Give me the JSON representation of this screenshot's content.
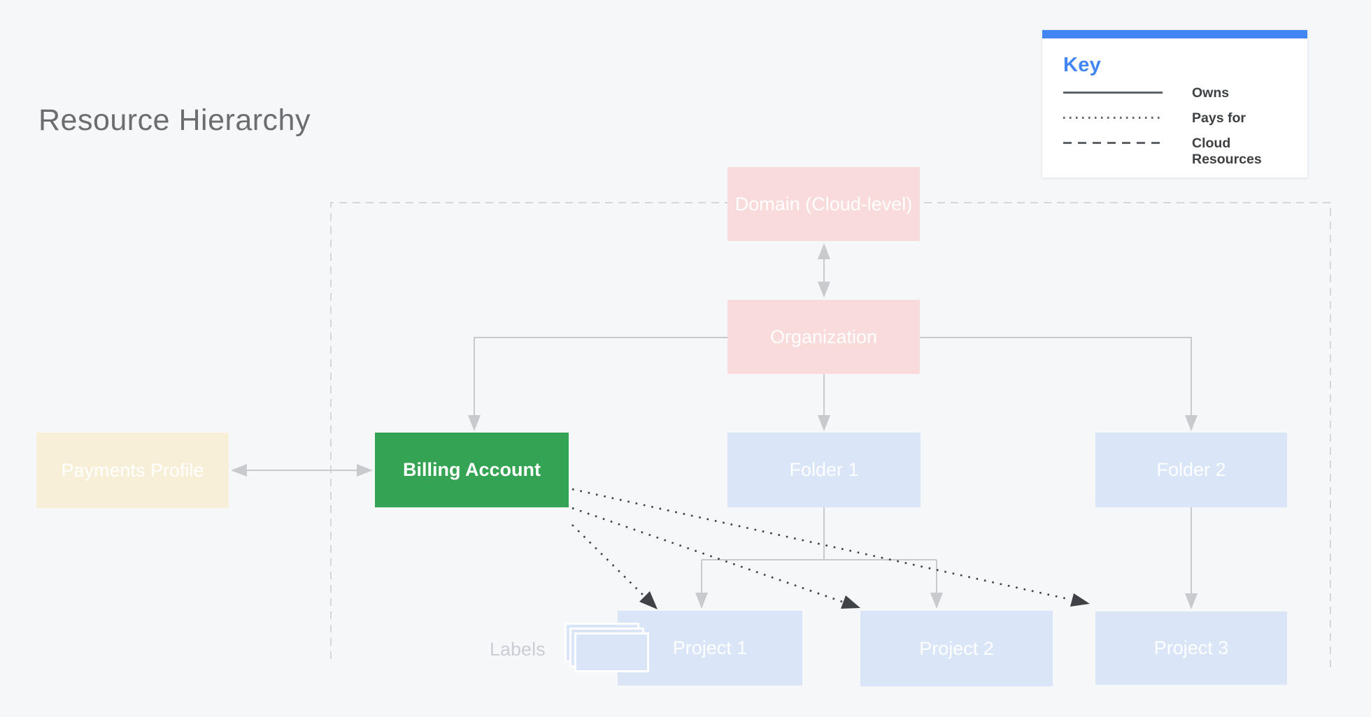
{
  "title": "Resource Hierarchy",
  "legend": {
    "title": "Key",
    "items": [
      {
        "line_style": "solid",
        "label": "Owns"
      },
      {
        "line_style": "dotted",
        "label": "Pays for"
      },
      {
        "line_style": "dashed",
        "label": "Cloud Resources"
      }
    ]
  },
  "nodes": {
    "domain": {
      "label": "Domain (Cloud-level)",
      "color": "#f8dbda"
    },
    "organization": {
      "label": "Organization",
      "color": "#f8dbda"
    },
    "payments_profile": {
      "label": "Payments Profile",
      "color": "#f8efd9"
    },
    "billing_account": {
      "label": "Billing Account",
      "color": "#34a353"
    },
    "folder1": {
      "label": "Folder 1",
      "color": "#dae5f7"
    },
    "folder2": {
      "label": "Folder 2",
      "color": "#dae5f7"
    },
    "project1": {
      "label": "Project 1",
      "color": "#dae5f7"
    },
    "project2": {
      "label": "Project 2",
      "color": "#dae5f7"
    },
    "project3": {
      "label": "Project 3",
      "color": "#dae5f7"
    }
  },
  "labels_caption": "Labels",
  "edges": [
    {
      "from": "domain",
      "to": "organization",
      "type": "owns",
      "bidirectional": true
    },
    {
      "from": "organization",
      "to": "billing_account",
      "type": "owns"
    },
    {
      "from": "organization",
      "to": "folder1",
      "type": "owns"
    },
    {
      "from": "organization",
      "to": "folder2",
      "type": "owns"
    },
    {
      "from": "payments_profile",
      "to": "billing_account",
      "type": "owns",
      "bidirectional": true
    },
    {
      "from": "folder1",
      "to": "project1",
      "type": "owns"
    },
    {
      "from": "folder1",
      "to": "project2",
      "type": "owns"
    },
    {
      "from": "folder2",
      "to": "project3",
      "type": "owns"
    },
    {
      "from": "billing_account",
      "to": "project1",
      "type": "pays_for"
    },
    {
      "from": "billing_account",
      "to": "project2",
      "type": "pays_for"
    },
    {
      "from": "billing_account",
      "to": "project3",
      "type": "pays_for"
    },
    {
      "boundary": "cloud_resources",
      "type": "dashed_box",
      "encloses": [
        "domain",
        "organization",
        "billing_account",
        "folder1",
        "folder2",
        "project1",
        "project2",
        "project3"
      ]
    }
  ],
  "colors": {
    "background": "#f5f7f9",
    "accent_blue": "#4285f4",
    "green": "#34a353",
    "pink": "#f8dbda",
    "cream": "#f8efd9",
    "light_blue": "#dae5f7",
    "gray_connector": "#c8cacd",
    "dark_text": "#3c4043",
    "title_gray": "#6a6e71"
  }
}
